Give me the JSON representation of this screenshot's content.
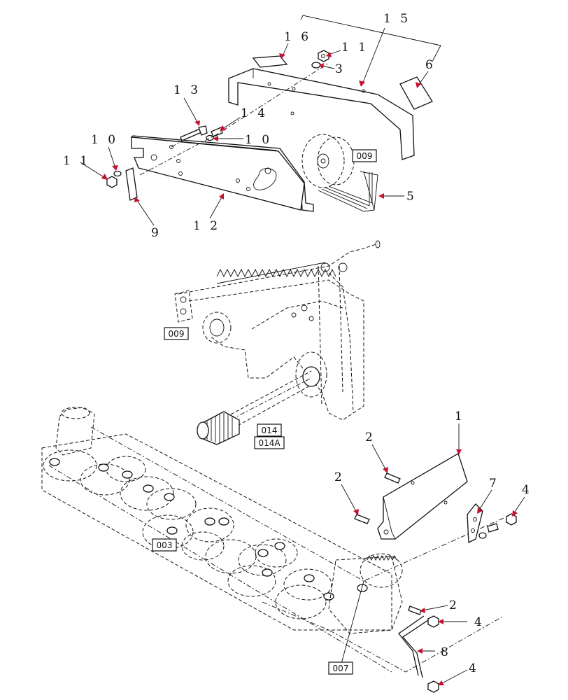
{
  "callouts": {
    "c16": "1 6",
    "c15": "1 5",
    "c11_top": "1 1",
    "c3": "3",
    "c6": "6",
    "c13": "1 3",
    "c14": "1 4",
    "c10_left": "1 0",
    "c10_right": "1 0",
    "c11_left": "1 1",
    "c9": "9",
    "c12": "1 2",
    "c5": "5",
    "c1": "1",
    "c2_a": "2",
    "c2_b": "2",
    "c7": "7",
    "c4_a": "4",
    "c2_c": "2",
    "c4_b": "4",
    "c8": "8",
    "c4_c": "4"
  },
  "reference_boxes": {
    "ref_009_top": "009",
    "ref_009_mid": "009",
    "ref_014": "014",
    "ref_014A": "014A",
    "ref_003": "003",
    "ref_007": "007"
  },
  "colors": {
    "arrow": "#c8102e",
    "line": "#111111"
  }
}
